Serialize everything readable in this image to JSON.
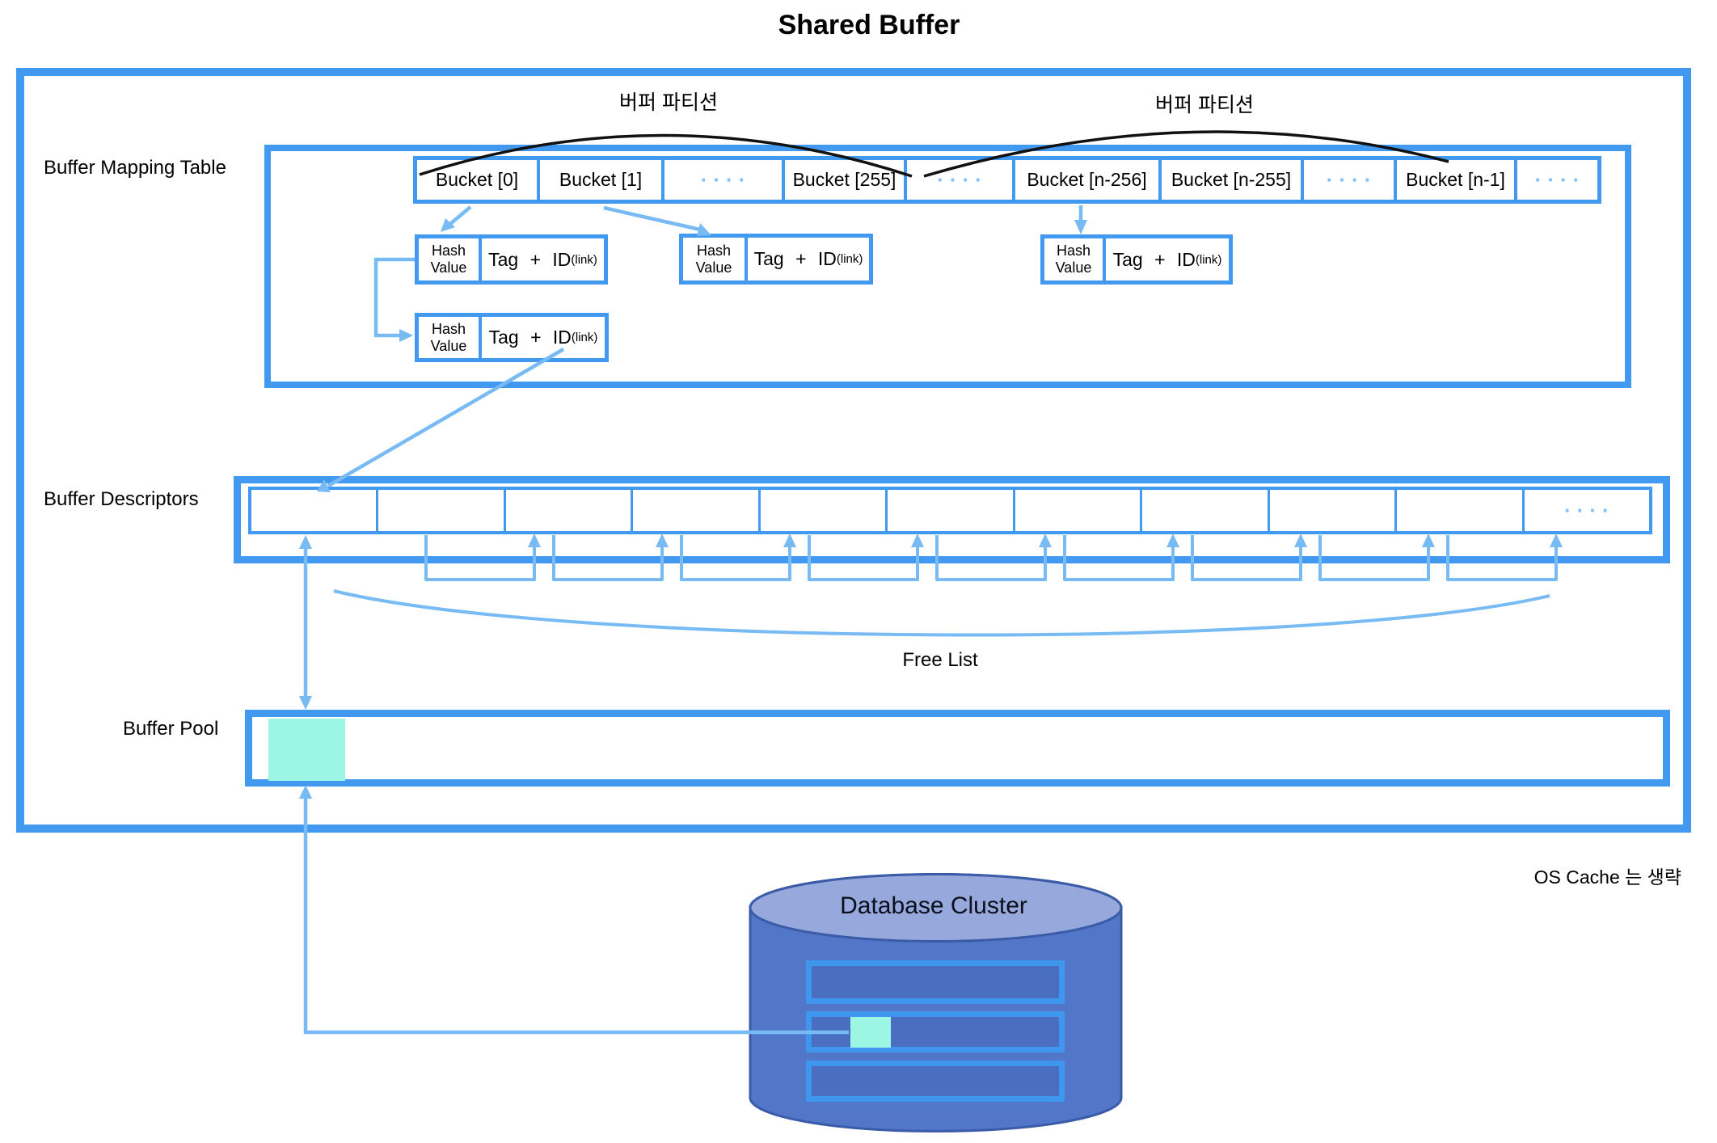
{
  "title": "Shared Buffer",
  "mapping": {
    "label": "Buffer Mapping Table",
    "partition_label_1": "버퍼 파티션",
    "partition_label_2": "버퍼 파티션",
    "buckets": [
      "Bucket [0]",
      "Bucket [1]",
      "····",
      "Bucket [255]",
      "····",
      "Bucket [n-256]",
      "Bucket [n-255]",
      "····",
      "Bucket [n-1]",
      "····"
    ],
    "hash_entry": {
      "line1": "Hash",
      "line2": "Value",
      "tag_main": "Tag + ID",
      "tag_sub": "(link)"
    }
  },
  "descriptors": {
    "label": "Buffer Descriptors",
    "cell_count": 11,
    "dots": "····"
  },
  "free_list_label": "Free List",
  "pool_label": "Buffer Pool",
  "os_cache_note": "OS Cache 는 생략",
  "database_label": "Database Cluster",
  "colors": {
    "box_blue": "#4299F0",
    "arrow_blue": "#78BBF4",
    "dots_blue": "#7EC0F7",
    "cyan": "#9BF6E4",
    "cylinder_body": "#5276C8",
    "cylinder_top": "#97A9DC",
    "cylinder_outline": "#3A5CA8",
    "db_rect_fill": "#4A6FC0",
    "arc_black": "#111111"
  }
}
